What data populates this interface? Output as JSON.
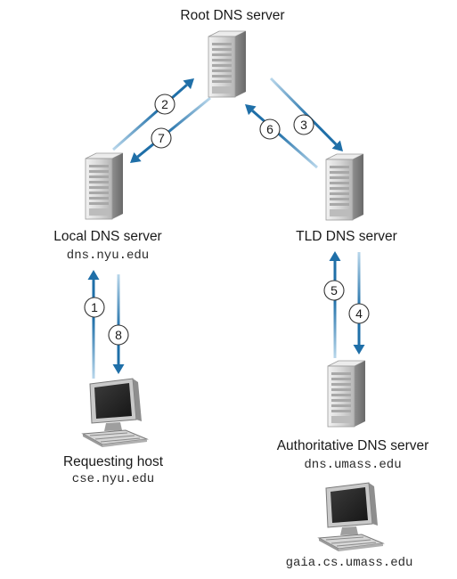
{
  "nodes": {
    "root": {
      "name": "Root DNS server"
    },
    "local": {
      "name": "Local DNS server",
      "host": "dns.nyu.edu"
    },
    "tld": {
      "name": "TLD DNS server"
    },
    "auth": {
      "name": "Authoritative DNS server",
      "host": "dns.umass.edu"
    },
    "req": {
      "name": "Requesting host",
      "host": "cse.nyu.edu"
    },
    "client": {
      "host": "gaia.cs.umass.edu"
    }
  },
  "steps": [
    "1",
    "2",
    "3",
    "4",
    "5",
    "6",
    "7",
    "8"
  ],
  "colors": {
    "arrow_head": "#1f6fa8",
    "arrow_tail": "#b9d7eb",
    "text": "#1a1a1a",
    "step_circle": "#ffffff",
    "step_border": "#333333"
  }
}
